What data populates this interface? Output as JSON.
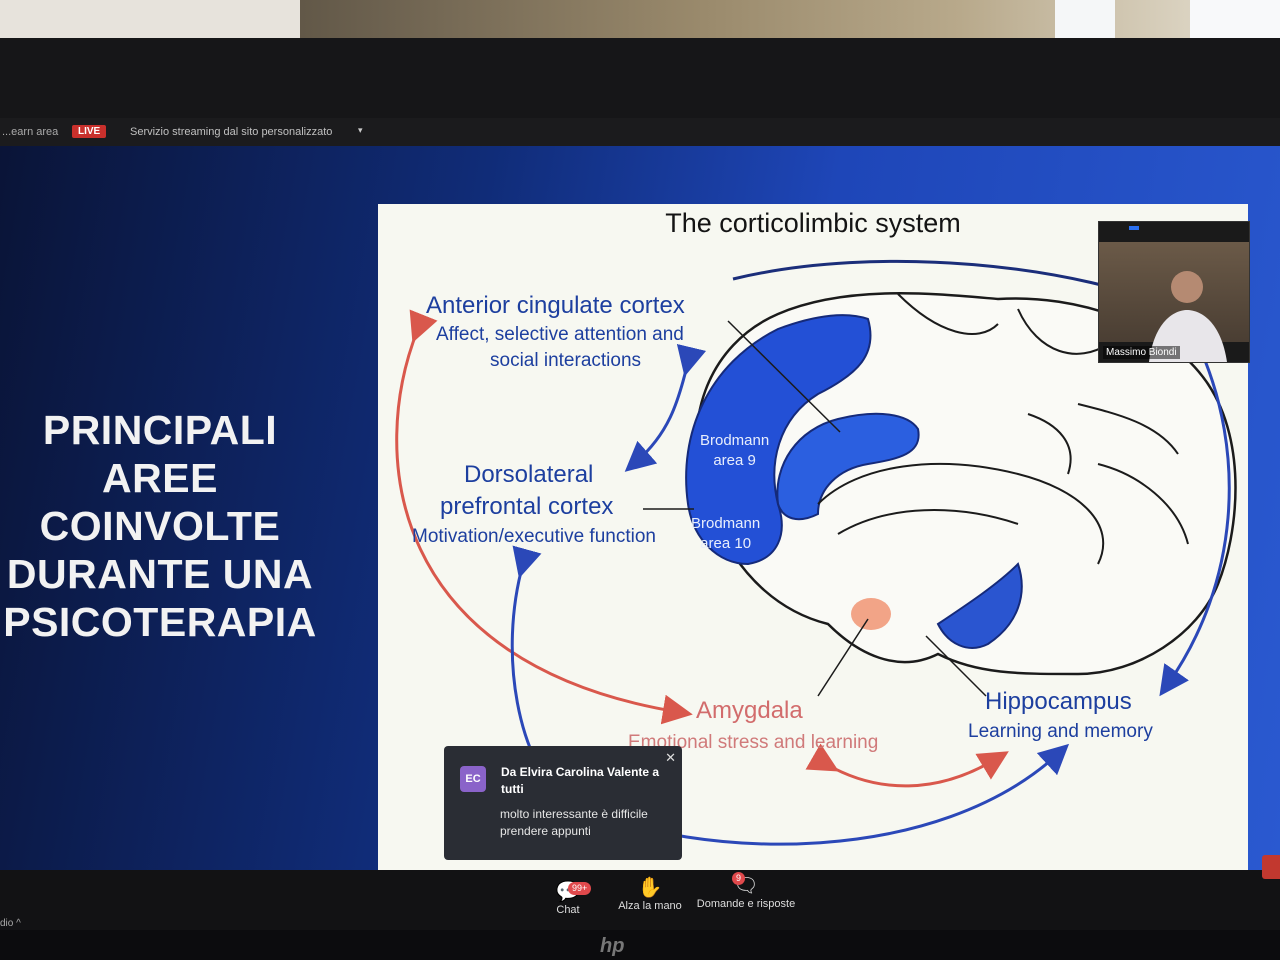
{
  "topbar": {
    "left_text": "...earn area",
    "live_label": "LIVE",
    "stream_label": "Servizio streaming dal sito personalizzato",
    "caret": "▾"
  },
  "slide": {
    "left_title_lines": [
      "PRINCIPALI",
      "AREE",
      "COINVOLTE",
      "DURANTE UNA",
      "PSICOTERAPIA"
    ],
    "diagram_title": "The corticolimbic system",
    "acc_title": "Anterior cingulate cortex",
    "acc_sub1": "Affect, selective attention and",
    "acc_sub2": "social interactions",
    "dlpfc_title1": "Dorsolateral",
    "dlpfc_title2": "prefrontal cortex",
    "dlpfc_sub": "Motivation/executive function",
    "brod9_1": "Brodmann",
    "brod9_2": "area 9",
    "brod10_1": "Brodmann",
    "brod10_2": "area 10",
    "amygdala_title": "Amygdala",
    "amygdala_sub": "Emotional stress and learning",
    "hippo_title": "Hippocampus",
    "hippo_sub": "Learning and memory",
    "colors": {
      "blue_label": "#1d3f9f",
      "pink_label": "#d26c6c",
      "brain_blue": "#1f44c8",
      "amygdala": "#f2a487"
    }
  },
  "self_view": {
    "name": "Massimo Biondi"
  },
  "chat_notification": {
    "avatar_initials": "EC",
    "from": "Da Elvira Carolina Valente a tutti",
    "message": "molto interessante è difficile prendere appunti",
    "close_glyph": "✕"
  },
  "toolbar": {
    "chat_label": "Chat",
    "chat_badge": "99+",
    "raise_hand_label": "Alza la mano",
    "qa_label": "Domande e risposte",
    "qa_badge": "9",
    "audio_label": "dio ^"
  }
}
